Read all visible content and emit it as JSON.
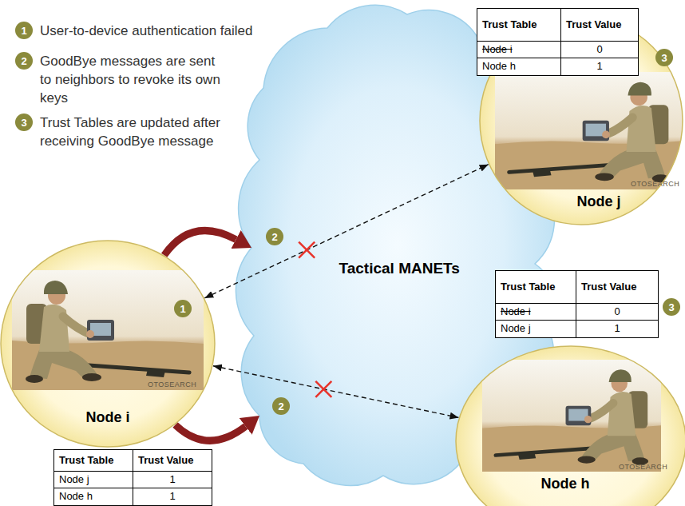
{
  "diagram": {
    "nodes": [
      {
        "text": [
          "Tactical MANETs"
        ]
      },
      {
        "text": [
          "Node j"
        ]
      },
      {
        "text": [
          "Trust Table",
          "Trust Value",
          "Node i",
          "0",
          "Node h",
          "1"
        ]
      },
      {
        "text": [
          "Node h"
        ]
      },
      {
        "text": [
          "Trust Table",
          "Trust Value",
          "Node i",
          "0",
          "Node j",
          "1"
        ]
      },
      {
        "text": [
          "Node i"
        ]
      },
      {
        "text": [
          "Trust Table",
          "Trust Value",
          "Node j",
          "1",
          "Node h",
          "1"
        ]
      }
    ],
    "edges": [
      {
        "from": 5,
        "to": 0,
        "arrow": "to"
      },
      {
        "from": 5,
        "to": 0,
        "arrow": "to"
      },
      {
        "from": 5,
        "to": 1,
        "arrow": "both"
      },
      {
        "from": 5,
        "to": 3,
        "arrow": "both"
      }
    ],
    "labels": [
      "1",
      "User-to-device authentication failed",
      "2",
      "GoodBye messages are sent to neighbors to revoke its own keys",
      "3",
      "Trust Tables are updated after receiving GoodBye message",
      "1",
      "2",
      "2",
      "3",
      "3",
      "OTOSEARCH",
      "OTOSEARCH",
      "OTOSEARCH"
    ]
  }
}
